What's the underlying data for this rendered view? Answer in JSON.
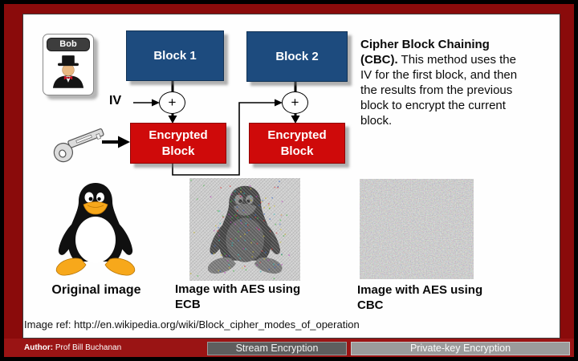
{
  "diagram": {
    "bob_label": "Bob",
    "block1_label": "Block 1",
    "block2_label": "Block 2",
    "iv_label": "IV",
    "xor_symbol": "+",
    "encrypted_line1": "Encrypted",
    "encrypted_line2": "Block"
  },
  "description": {
    "bold": "Cipher Block Chaining (CBC).",
    "text": " This method uses the IV for the first block, and then the results from the previous block to encrypt the current block."
  },
  "captions": {
    "original": "Original image",
    "ecb": "Image with AES using ECB",
    "cbc": "Image with AES using CBC"
  },
  "reference": "Image ref: http://en.wikipedia.org/wiki/Block_cipher_modes_of_operation",
  "footer": {
    "author_label": "Author:",
    "author_name": "Prof Bill Buchanan",
    "buttons": [
      {
        "label": "Stream Encryption"
      },
      {
        "label": "Private-key Encryption"
      }
    ]
  },
  "colors": {
    "frame_red": "#8a0b0b",
    "footer_red": "#9a1414",
    "block_blue": "#1d4b7e",
    "block_red": "#cf0a0a",
    "button_dark": "#5e5e5e",
    "button_light": "#9b9b9b"
  }
}
